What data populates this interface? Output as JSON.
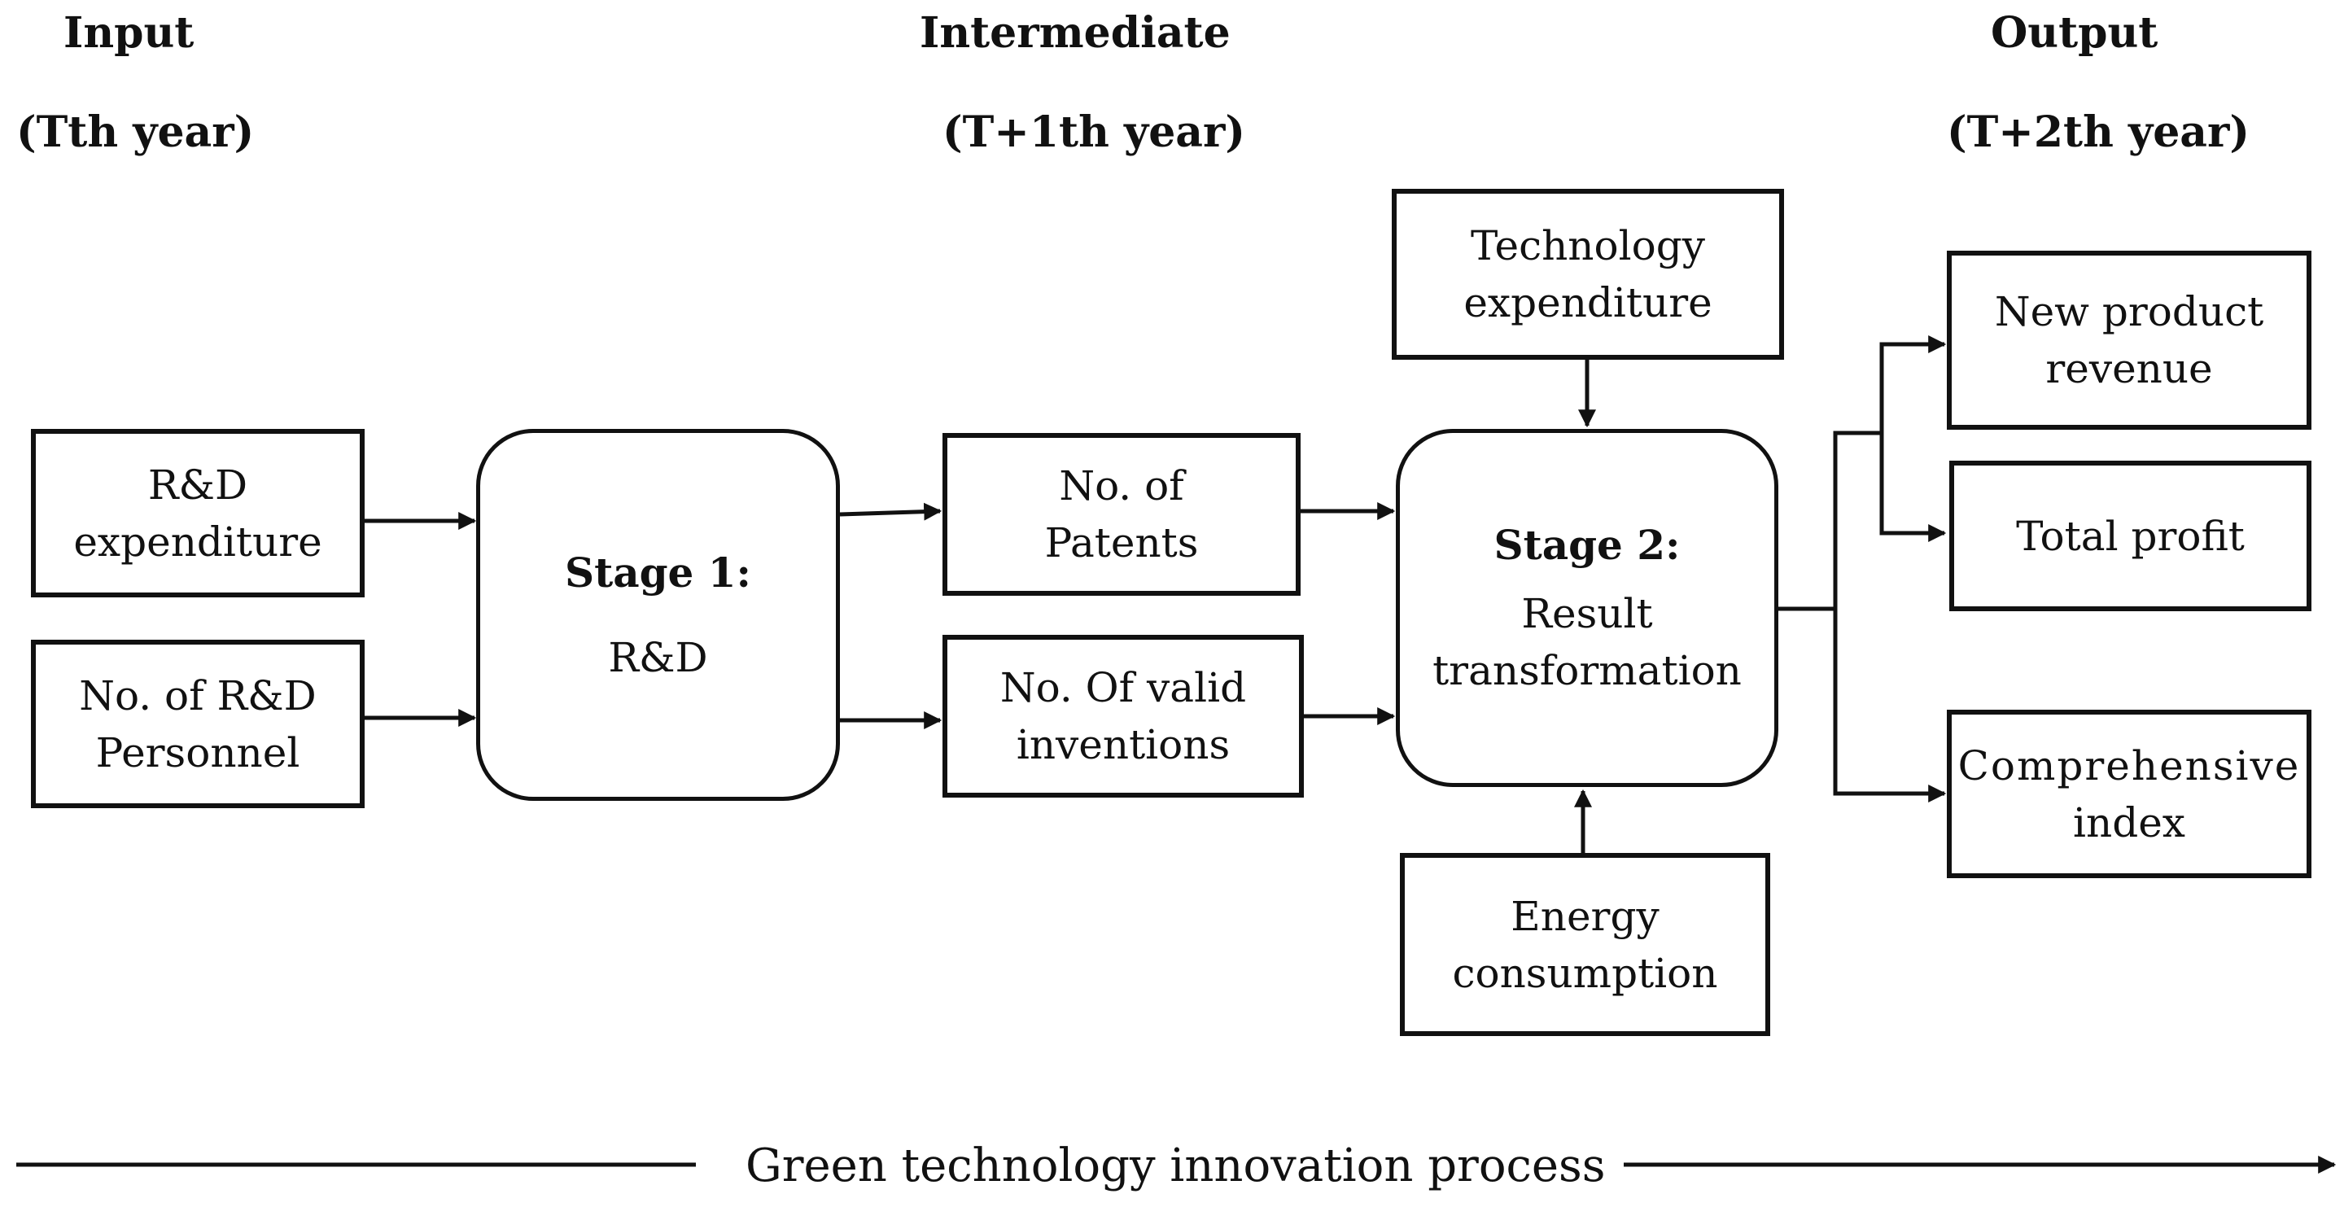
{
  "headers": {
    "input": {
      "title": "Input",
      "year": "(Tth year)"
    },
    "intermediate": {
      "title": "Intermediate",
      "year": "(T+1th year)"
    },
    "output": {
      "title": "Output",
      "year": "(T+2th year)"
    }
  },
  "inputs": {
    "rd_expenditure": [
      "R&D",
      "expenditure"
    ],
    "rd_personnel": [
      "No. of R&D",
      "Personnel"
    ]
  },
  "stage1": {
    "title": "Stage 1:",
    "subtitle": "R&D"
  },
  "intermediates": {
    "patents": [
      "No. of",
      "Patents"
    ],
    "valid_inventions": [
      "No. Of valid",
      "inventions"
    ]
  },
  "stage2": {
    "title": "Stage 2:",
    "subtitle": [
      "Result",
      "transformation"
    ]
  },
  "stage2_inputs": {
    "technology_expenditure": [
      "Technology",
      "expenditure"
    ],
    "energy_consumption": [
      "Energy",
      "consumption"
    ]
  },
  "outputs": {
    "new_product_revenue": [
      "New product",
      "revenue"
    ],
    "total_profit": [
      "Total profit"
    ],
    "comprehensive_index": [
      "Comprehensive",
      "index"
    ]
  },
  "process_label": "Green technology innovation process"
}
